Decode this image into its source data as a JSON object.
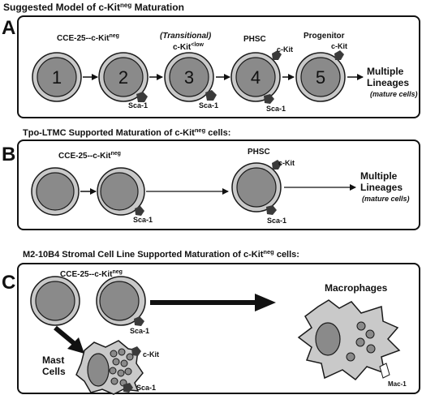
{
  "title": {
    "text": "Suggested Model of c-Kit",
    "sup": "neg",
    "tail": " Maturation"
  },
  "panel_a": {
    "letter": "A",
    "stage_labels": {
      "cce": "CCE-25--c-Kit",
      "cce_sup": "neg",
      "transitional": "(Transitional)",
      "kit_low": "c-Kit",
      "kit_low_sup": "<low",
      "phsc": "PHSC",
      "progenitor": "Progenitor"
    },
    "cells": [
      "1",
      "2",
      "3",
      "4",
      "5"
    ],
    "marker_ckit": "c-Kit",
    "marker_sca": "Sca-1",
    "outcome_line1": "Multiple",
    "outcome_line2": "Lineages",
    "outcome_sub": "(mature cells)"
  },
  "panel_b": {
    "letter": "B",
    "heading": "Tpo-LTMC Supported Maturation of c-Kit",
    "heading_sup": "neg",
    "heading_tail": " cells:",
    "cce": "CCE-25--c-Kit",
    "cce_sup": "neg",
    "phsc": "PHSC",
    "marker_ckit": "c-Kit",
    "marker_sca": "Sca-1",
    "outcome_line1": "Multiple",
    "outcome_line2": "Lineages",
    "outcome_sub": "(mature cells)"
  },
  "panel_c": {
    "letter": "C",
    "heading": "M2-10B4 Stromal Cell Line Supported Maturation of c-Kit",
    "heading_sup": "neg",
    "heading_tail": " cells:",
    "cce": "CCE-25--c-Kit",
    "cce_sup": "neg",
    "marker_sca": "Sca-1",
    "macrophages": "Macrophages",
    "mast_line1": "Mast",
    "mast_line2": "Cells",
    "mast_ckit": "c-Kit",
    "mast_sca": "Sca-1",
    "mac1": "Mac-1"
  },
  "colors": {
    "nucleus": "#8a8a8a",
    "membrane": "#c9c9c9",
    "outline": "#1a1a1a",
    "marker": "#3a3a3a"
  }
}
